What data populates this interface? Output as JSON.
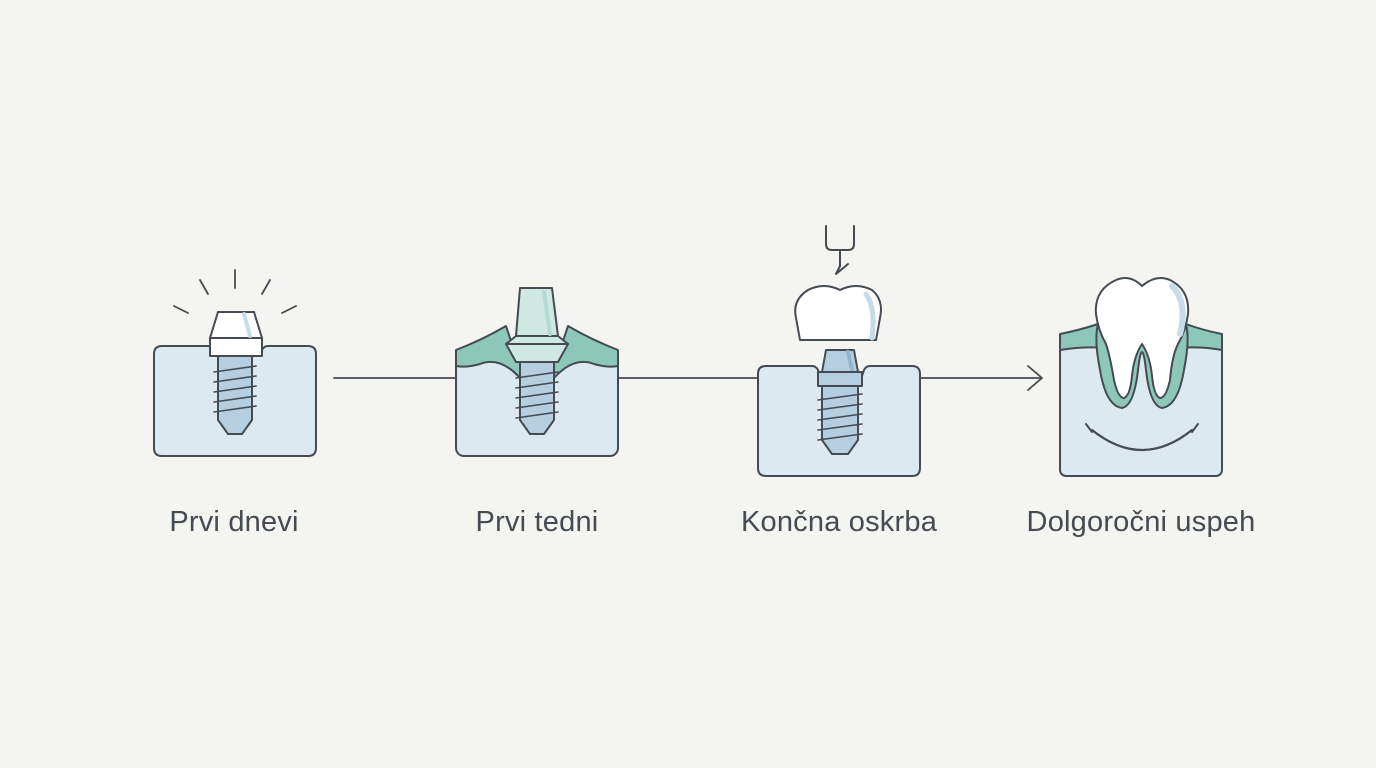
{
  "steps": [
    {
      "label": "Prvi dnevi"
    },
    {
      "label": "Prvi tedni"
    },
    {
      "label": "Končna oskrba"
    },
    {
      "label": "Dolgoročni uspeh"
    }
  ],
  "colors": {
    "background": "#f4f5f0",
    "outline": "#454b52",
    "bone": "#dde9f0",
    "gum": "#8dc7b8",
    "implant": "#b5cfe0",
    "white": "#ffffff",
    "crown_shade": "#c6dce9"
  }
}
